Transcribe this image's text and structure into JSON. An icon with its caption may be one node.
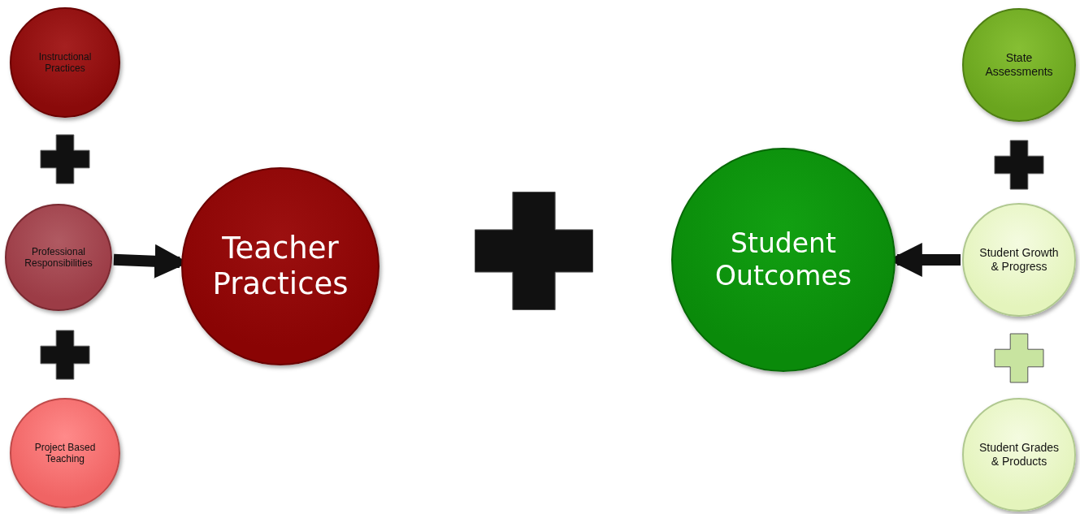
{
  "diagram": {
    "nodes": [
      {
        "text": [
          "Instructional Practices"
        ]
      },
      {
        "text": [
          "Professional Responsibilities"
        ]
      },
      {
        "text": [
          "Project Based Teaching"
        ]
      },
      {
        "text": [
          "Teacher Practices"
        ]
      },
      {
        "text": [
          "Student Outcomes"
        ]
      },
      {
        "text": [
          "State Assessments"
        ]
      },
      {
        "text": [
          "Student Growth & Progress"
        ]
      },
      {
        "text": [
          "Student Grades & Products"
        ]
      }
    ],
    "edges": [
      {
        "from": 1,
        "to": 3,
        "arrow": "to"
      },
      {
        "from": 6,
        "to": 4,
        "arrow": "to"
      }
    ]
  }
}
